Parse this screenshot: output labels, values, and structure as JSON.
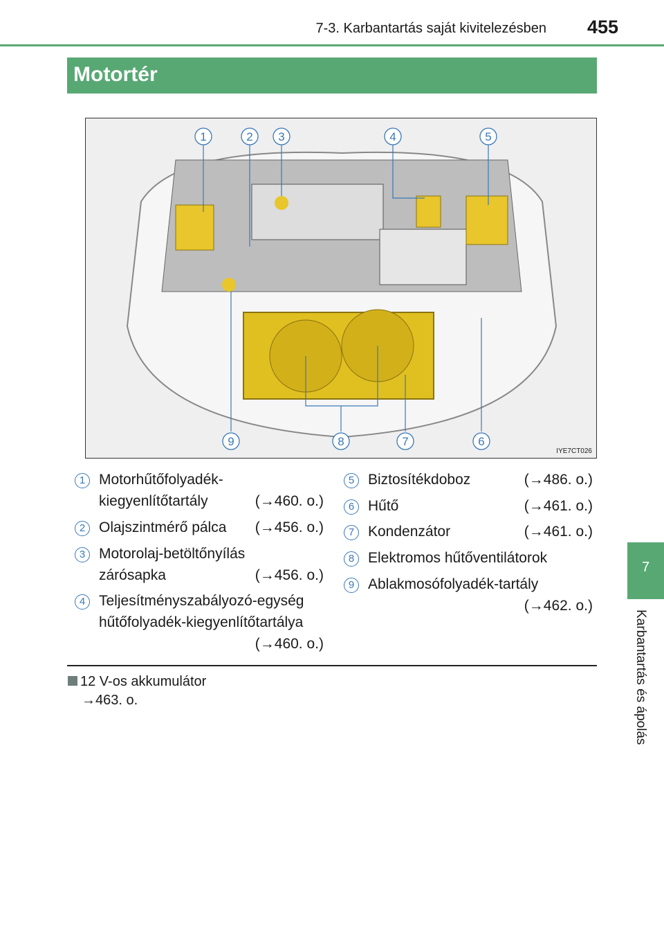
{
  "header": {
    "section": "7-3. Karbantartás saját kivitelezésben",
    "page": "455"
  },
  "banner": {
    "title": "Motortér"
  },
  "figure": {
    "code": "IYE7CT026",
    "callouts": [
      "1",
      "2",
      "3",
      "4",
      "5",
      "6",
      "7",
      "8",
      "9"
    ]
  },
  "legend_left": [
    {
      "num": "1",
      "lines": [
        "Motorhűtőfolyadék-",
        "kiegyenlítőtartály"
      ],
      "ref": "(→460. o.)"
    },
    {
      "num": "2",
      "lines": [
        "Olajszintmérő pálca"
      ],
      "ref": "(→456. o.)"
    },
    {
      "num": "3",
      "lines": [
        "Motorolaj-betöltőnyílás",
        "zárósapka"
      ],
      "ref": "(→456. o.)"
    },
    {
      "num": "4",
      "lines": [
        "Teljesítményszabályozó-egység",
        "hűtőfolyadék-kiegyenlítőtartálya"
      ],
      "ref": "(→460. o.)"
    }
  ],
  "legend_right": [
    {
      "num": "5",
      "lines": [
        "Biztosítékdoboz"
      ],
      "ref": "(→486. o.)"
    },
    {
      "num": "6",
      "lines": [
        "Hűtő"
      ],
      "ref": "(→461. o.)"
    },
    {
      "num": "7",
      "lines": [
        "Kondenzátor"
      ],
      "ref": "(→461. o.)"
    },
    {
      "num": "8",
      "lines": [
        "Elektromos hűtőventilátorok"
      ],
      "ref": ""
    },
    {
      "num": "9",
      "lines": [
        "Ablakmosófolyadék-tartály"
      ],
      "ref": "(→462. o.)"
    }
  ],
  "note": {
    "title": "12 V-os akkumulátor",
    "ref": "→463. o."
  },
  "side": {
    "chapter": "7",
    "label": "Karbantartás és ápolás"
  }
}
